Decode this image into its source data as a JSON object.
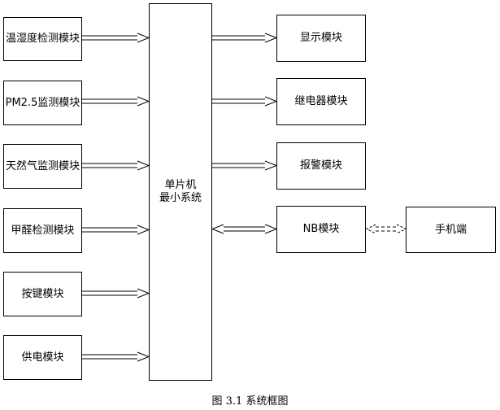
{
  "diagram": {
    "left_modules": [
      {
        "label": "温湿度检测模块"
      },
      {
        "label": "PM2.5监测模块"
      },
      {
        "label": "天然气监测模块"
      },
      {
        "label": "甲醛检测模块"
      },
      {
        "label": "按键模块"
      },
      {
        "label": "供电模块"
      }
    ],
    "mcu": {
      "line1": "单片机",
      "line2": "最小系统"
    },
    "right_modules": [
      {
        "label": "显示模块"
      },
      {
        "label": "继电器模块"
      },
      {
        "label": "报警模块"
      },
      {
        "label": "NB模块"
      }
    ],
    "phone": {
      "label": "手机端"
    },
    "caption": "图 3.1  系统框图"
  }
}
